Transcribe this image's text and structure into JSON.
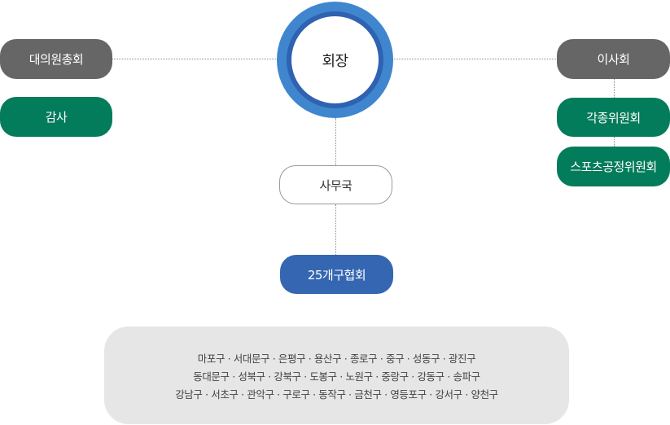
{
  "president": {
    "label": "회장"
  },
  "left_units": {
    "assembly": "대의원총회",
    "audit": "감사"
  },
  "right_units": {
    "board": "이사회",
    "committees": "각종위원회",
    "sports_fairness": "스포츠공정위원회"
  },
  "secretariat": {
    "label": "사무국"
  },
  "district_association": {
    "label": "25개구협회"
  },
  "districts": {
    "line1": "마포구 · 서대문구 · 은평구 · 용산구 · 종로구 · 중구 · 성동구 · 광진구",
    "line2": "동대문구 · 성북구 · 강북구 · 도봉구 · 노원구 · 중랑구 · 강동구 · 송파구",
    "line3": "강남구 · 서초구 · 관악구 · 구로구 · 동작구 · 금천구 · 영등포구 · 강서구 · 양천구"
  },
  "colors": {
    "gray_box": "#666666",
    "green_box": "#037c5b",
    "blue_box": "#3566b1",
    "ring_outer": "#3f86cf",
    "ring_inner": "#2f62b0",
    "district_panel": "#e6e6e6"
  }
}
